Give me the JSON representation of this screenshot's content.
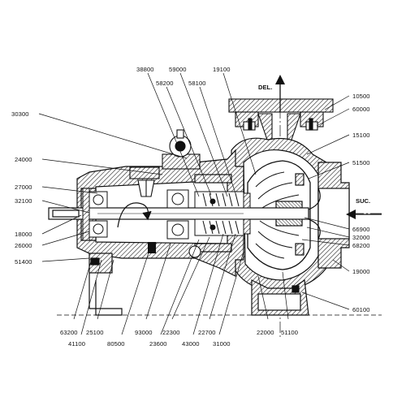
{
  "flow": {
    "discharge_label": "DEL.",
    "suction_label": "SUC."
  },
  "colors": {
    "ink": "#111111",
    "hatch": "#333333",
    "paper": "#ffffff"
  },
  "parts": {
    "p30300": "30300",
    "p24000": "24000",
    "p27000": "27000",
    "p32100": "32100",
    "p18000": "18000",
    "p26000": "26000",
    "p51400": "51400",
    "p38800": "38800",
    "p58200": "58200",
    "p59000": "59000",
    "p58100": "58100",
    "p19100": "19100",
    "p10500": "10500",
    "p60000": "60000",
    "p15100": "15100",
    "p51500": "51500",
    "p66900": "66900",
    "p32000": "32000",
    "p68200": "68200",
    "p19000": "19000",
    "p60100": "60100",
    "p63200": "63200",
    "p41100": "41100",
    "p25100": "25100",
    "p80500": "80500",
    "p93000": "93000",
    "p23600": "23600",
    "p22300": "22300",
    "p43000": "43000",
    "p22700": "22700",
    "p31000": "31000",
    "p22000": "22000",
    "p51100": "51100"
  }
}
